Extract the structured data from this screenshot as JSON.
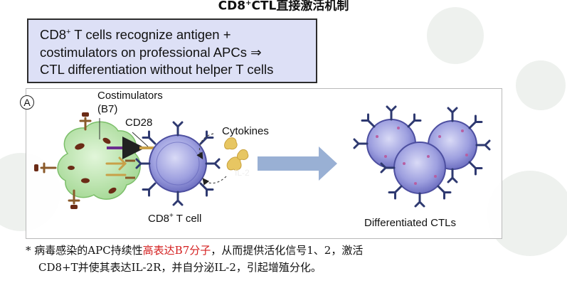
{
  "title": {
    "main": "CD8",
    "sup": "+",
    "rest": "CTL直接激活机制"
  },
  "info_box": {
    "line1_a": "CD8",
    "line1_sup": "+",
    "line1_b": " T cells recognize antigen +",
    "line2": "costimulators on professional APCs ⇒",
    "line3": "CTL differentiation without helper T cells"
  },
  "panel": {
    "letter": "A",
    "labels": {
      "costimulators": "Costimulators",
      "b7": "(B7)",
      "cd28": "CD28",
      "cytokines": "Cytokines",
      "il2": "IL-2",
      "tcell_a": "CD8",
      "tcell_sup": "+",
      "tcell_b": " T cell",
      "differentiated": "Differentiated CTLs"
    }
  },
  "note": {
    "star": "*",
    "part1": " 病毒感染的APC持续性",
    "highlight": "高表达B7分子",
    "part2": "，从而提供活化信号1、2，激活",
    "line2": "CD8+T并使其表达IL-2R，并自分泌IL-2，引起增殖分化。"
  },
  "colors": {
    "box_fill": "#dde0f6",
    "apc_green": "#aee09e",
    "tcell_purple": "#8e8fd8",
    "receptor_navy": "#2e3970",
    "b7_purple": "#6a2c8e",
    "cd28_gold": "#c8a048",
    "cytokine_gold": "#e7c662",
    "arrow_blue": "#8ea7cf",
    "highlight_red": "#d41f1f"
  }
}
